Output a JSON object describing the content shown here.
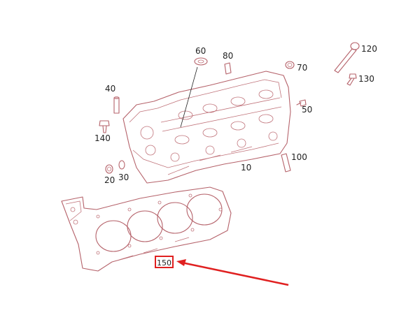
{
  "callouts": {
    "c10": "10",
    "c20": "20",
    "c30": "30",
    "c40": "40",
    "c50": "50",
    "c60": "60",
    "c70": "70",
    "c80": "80",
    "c100": "100",
    "c120": "120",
    "c130": "130",
    "c140": "140",
    "c150": "150"
  },
  "colors": {
    "line_art": "#b5626a",
    "highlight": "#e02020",
    "text": "#222222"
  },
  "highlighted_callout": "150"
}
